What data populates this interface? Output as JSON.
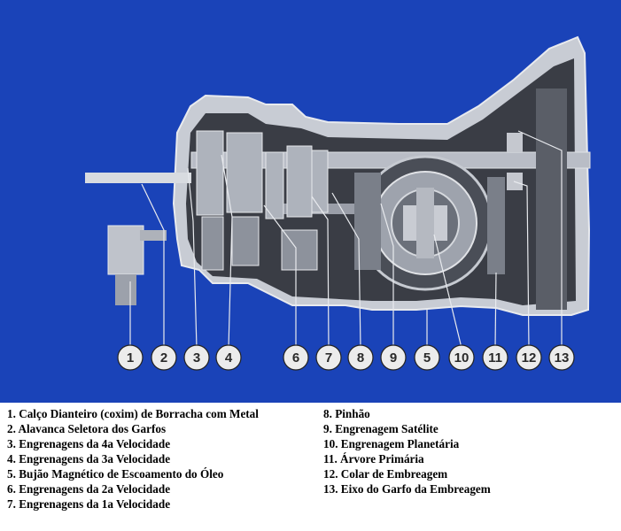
{
  "colors": {
    "background": "#1a43b8",
    "housing": "#c8ccd4",
    "housing_dark": "#3a3d45",
    "callout_fill": "#ececec"
  },
  "callouts": [
    "1",
    "2",
    "3",
    "4",
    "6",
    "7",
    "8",
    "9",
    "5",
    "10",
    "11",
    "12",
    "13"
  ],
  "legend": {
    "left": [
      "1.  Calço Dianteiro (coxim) de Borracha com Metal",
      "2. Alavanca Seletora dos Garfos",
      "3. Engrenagens da 4a Velocidade",
      "4. Engrenagens da 3a Velocidade",
      "5. Bujão Magnético de Escoamento do Óleo",
      "6. Engrenagens da 2a Velocidade",
      "7. Engrenagens da 1a Velocidade"
    ],
    "right": [
      "8. Pinhão",
      "9. Engrenagem Satélite",
      "10. Engrenagem Planetária",
      "11. Árvore Primária",
      "12. Colar de Embreagem",
      "13. Eixo do Garfo da Embreagem"
    ]
  }
}
